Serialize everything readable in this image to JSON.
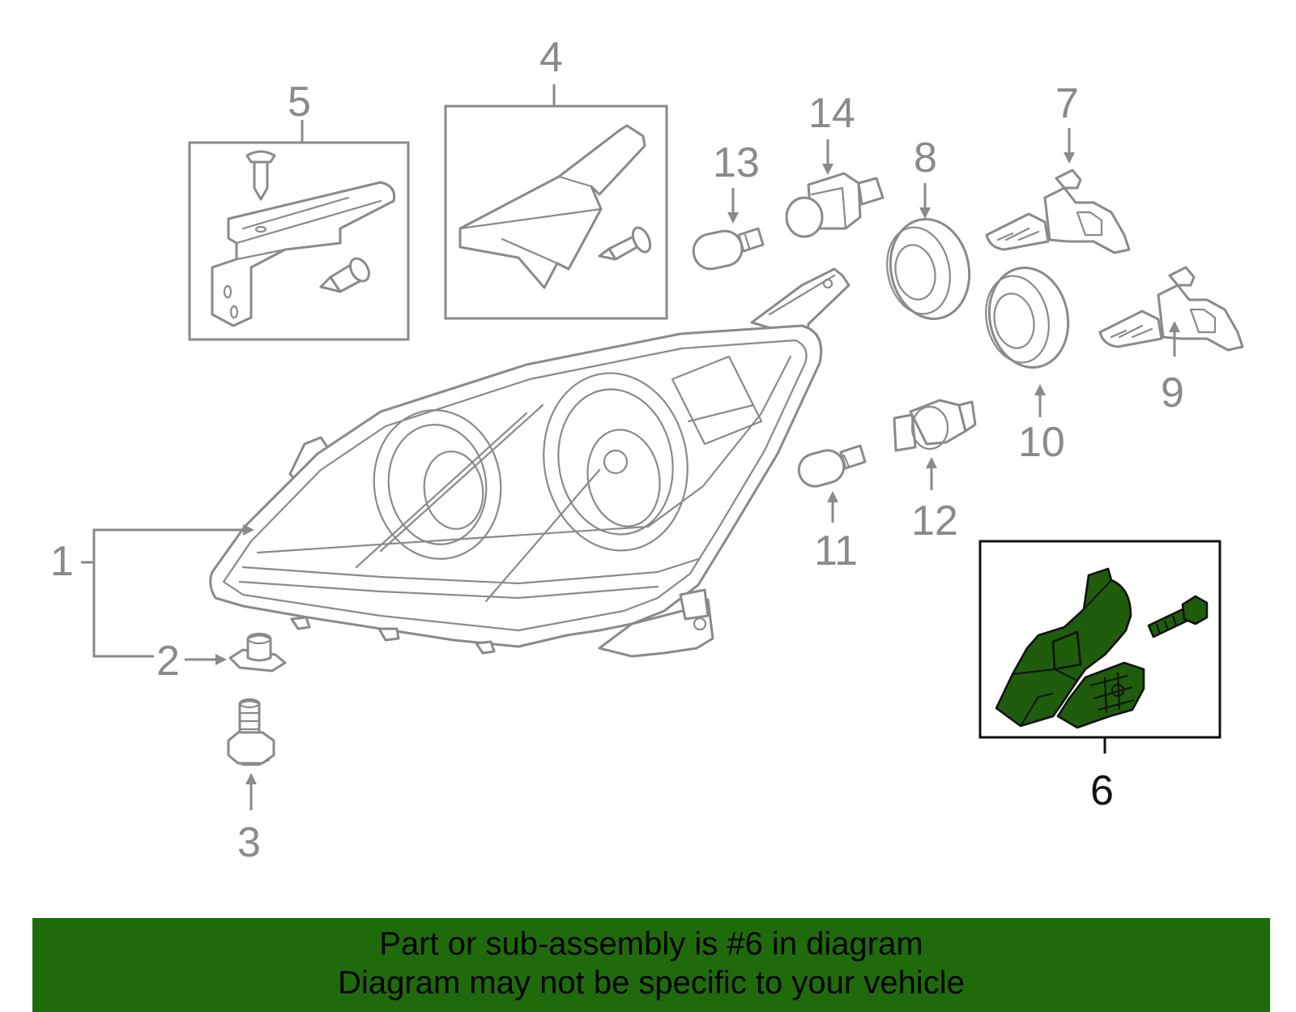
{
  "callouts": {
    "c1": "1",
    "c2": "2",
    "c3": "3",
    "c4": "4",
    "c5": "5",
    "c6": "6",
    "c7": "7",
    "c8": "8",
    "c9": "9",
    "c10": "10",
    "c11": "11",
    "c12": "12",
    "c13": "13",
    "c14": "14"
  },
  "highlight": {
    "part": "6",
    "color": "#1f5c0c"
  },
  "banner": {
    "line1": "Part or sub-assembly is #6 in diagram",
    "line2": "Diagram may not be specific to your vehicle",
    "background": "#1f6b0c"
  }
}
